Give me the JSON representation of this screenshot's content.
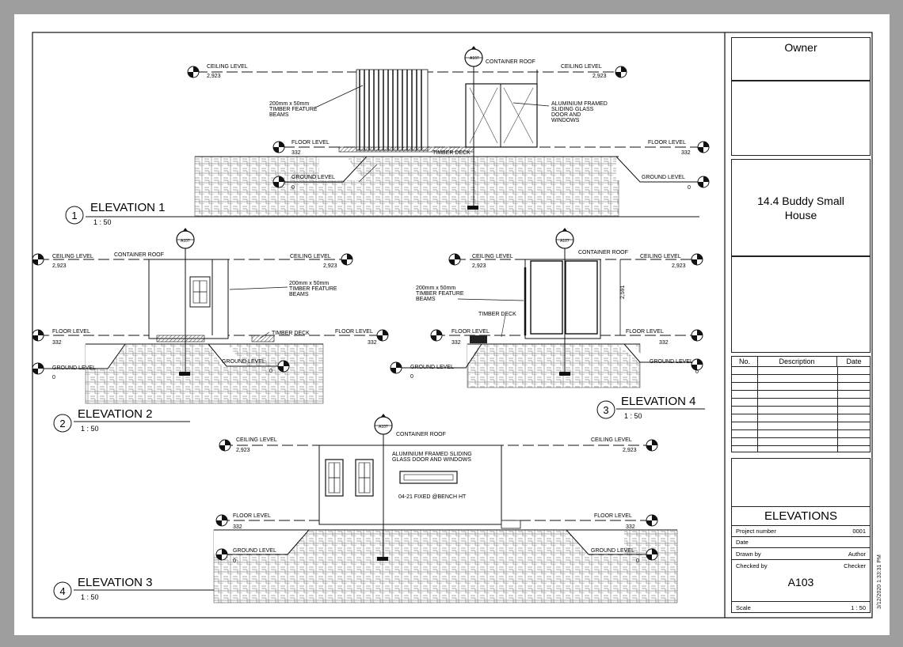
{
  "title_block": {
    "owner": "Owner",
    "project_name": "14.4 Buddy Small House",
    "revision_headers": {
      "no": "No.",
      "description": "Description",
      "date": "Date"
    },
    "sheet_title": "ELEVATIONS",
    "fields": [
      {
        "label": "Project number",
        "value": "0001"
      },
      {
        "label": "Date",
        "value": ""
      },
      {
        "label": "Drawn by",
        "value": "Author"
      },
      {
        "label": "Checked by",
        "value": "Checker"
      }
    ],
    "sheet_number": "A103",
    "scale_label": "Scale",
    "scale_value": "1 : 50"
  },
  "timestamp": "3/12/2020 1:33:31 PM",
  "views": [
    {
      "number": "1",
      "title": "ELEVATION 1",
      "scale": "1 : 50"
    },
    {
      "number": "2",
      "title": "ELEVATION 2",
      "scale": "1 : 50"
    },
    {
      "number": "3",
      "title": "ELEVATION 4",
      "scale": "1 : 50"
    },
    {
      "number": "4",
      "title": "ELEVATION 3",
      "scale": "1 : 50"
    }
  ],
  "levels": {
    "ceiling": "CEILING LEVEL",
    "ceiling_value": "2,923",
    "floor": "FLOOR LEVEL",
    "floor_value": "332",
    "ground": "GROUND LEVEL",
    "ground_value": "0"
  },
  "annotations": {
    "container_roof": "CONTAINER ROOF",
    "timber_deck": "TIMBER DECK",
    "timber_beams": [
      "200mm x 50mm",
      "TIMBER FEATURE",
      "BEAMS"
    ],
    "alu_door": [
      "ALUMINIUM FRAMED",
      "SLIDING GLASS",
      "DOOR AND",
      "WINDOWS"
    ],
    "alu_door_e3": [
      "ALUMINIUM FRAMED SLIDING",
      "GLASS DOOR AND WINDOWS"
    ],
    "fixed_window": "04-21 FIXED @BENCH HT",
    "dimension": "2,591",
    "section_ref": "A107"
  }
}
